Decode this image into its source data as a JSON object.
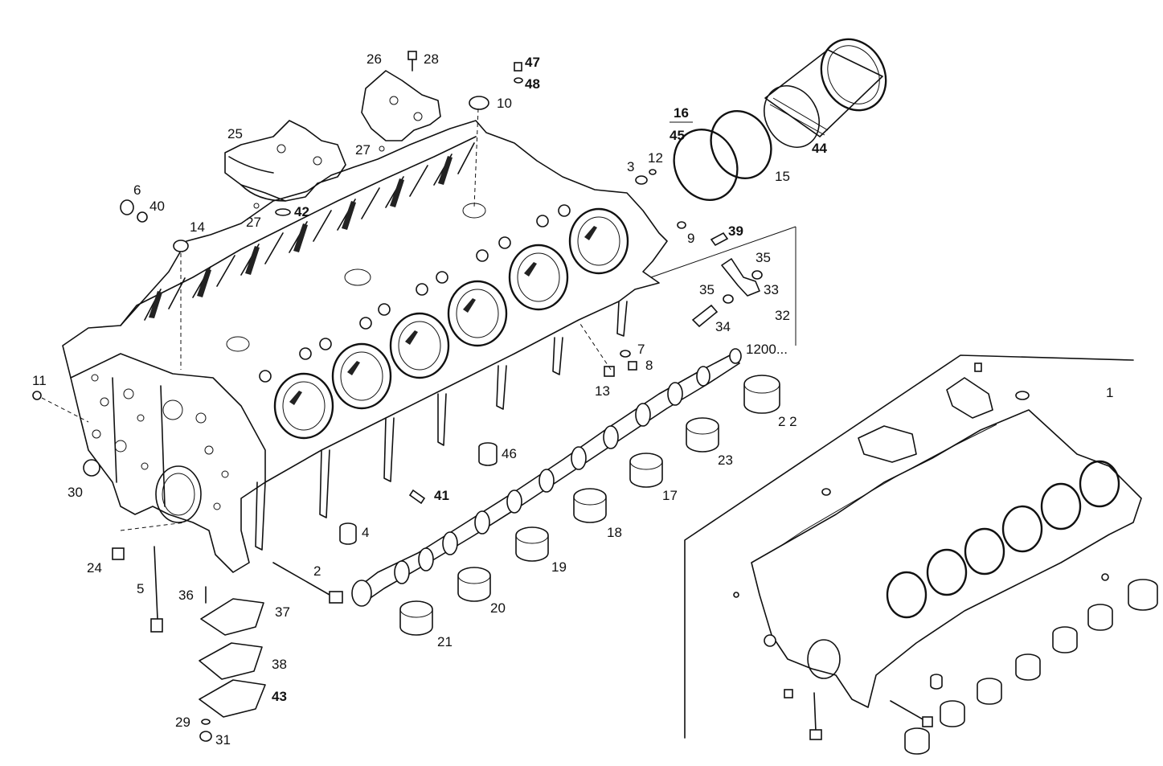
{
  "diagram": {
    "callouts": [
      {
        "id": "c1",
        "text": "1"
      },
      {
        "id": "c2",
        "text": "2"
      },
      {
        "id": "c3",
        "text": "3"
      },
      {
        "id": "c4",
        "text": "4"
      },
      {
        "id": "c5",
        "text": "5"
      },
      {
        "id": "c6",
        "text": "6"
      },
      {
        "id": "c7",
        "text": "7"
      },
      {
        "id": "c8",
        "text": "8"
      },
      {
        "id": "c9",
        "text": "9"
      },
      {
        "id": "c10",
        "text": "10"
      },
      {
        "id": "c11",
        "text": "11"
      },
      {
        "id": "c12",
        "text": "12"
      },
      {
        "id": "c13",
        "text": "13"
      },
      {
        "id": "c14",
        "text": "14"
      },
      {
        "id": "c15",
        "text": "15"
      },
      {
        "id": "c16",
        "text": "16"
      },
      {
        "id": "c17",
        "text": "17"
      },
      {
        "id": "c18",
        "text": "18"
      },
      {
        "id": "c19",
        "text": "19"
      },
      {
        "id": "c20",
        "text": "20"
      },
      {
        "id": "c21",
        "text": "21"
      },
      {
        "id": "c22",
        "text": "2 2"
      },
      {
        "id": "c23",
        "text": "23"
      },
      {
        "id": "c24",
        "text": "24"
      },
      {
        "id": "c25",
        "text": "25"
      },
      {
        "id": "c26",
        "text": "26"
      },
      {
        "id": "c27a",
        "text": "27"
      },
      {
        "id": "c27b",
        "text": "27"
      },
      {
        "id": "c28",
        "text": "28"
      },
      {
        "id": "c29",
        "text": "29"
      },
      {
        "id": "c30",
        "text": "30"
      },
      {
        "id": "c31",
        "text": "31"
      },
      {
        "id": "c32",
        "text": "32"
      },
      {
        "id": "c33",
        "text": "33"
      },
      {
        "id": "c34",
        "text": "34"
      },
      {
        "id": "c35a",
        "text": "35"
      },
      {
        "id": "c35b",
        "text": "35"
      },
      {
        "id": "c36",
        "text": "36"
      },
      {
        "id": "c37",
        "text": "37"
      },
      {
        "id": "c38",
        "text": "38"
      },
      {
        "id": "c39",
        "text": "39"
      },
      {
        "id": "c40",
        "text": "40"
      },
      {
        "id": "c41",
        "text": "41"
      },
      {
        "id": "c42",
        "text": "42"
      },
      {
        "id": "c43",
        "text": "43"
      },
      {
        "id": "c44",
        "text": "44"
      },
      {
        "id": "c45",
        "text": "45"
      },
      {
        "id": "c46",
        "text": "46"
      },
      {
        "id": "c47",
        "text": "47"
      },
      {
        "id": "c48",
        "text": "48"
      },
      {
        "id": "c1200",
        "text": "1200..."
      }
    ]
  }
}
